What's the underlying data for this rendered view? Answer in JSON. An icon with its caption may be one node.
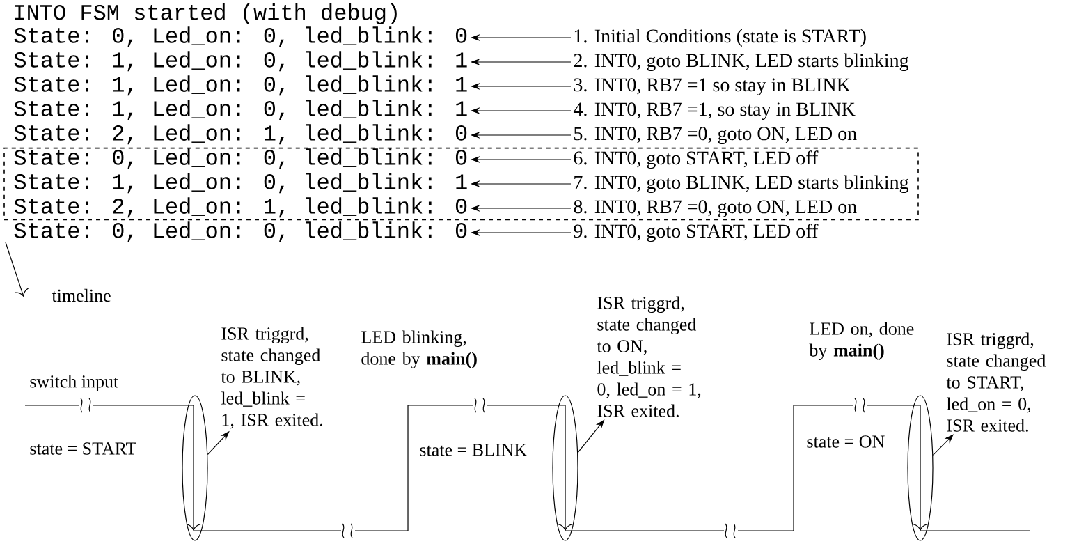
{
  "diagram": {
    "nodes": [
      {
        "text": [],
        "shape": "box"
      },
      {
        "text": [
          "State: 0, Led_on: 0, led_blink: 0"
        ]
      },
      {
        "text": [
          "State: 1, Led_on: 0, led_blink: 1"
        ]
      },
      {
        "text": [
          "State: 1, Led_on: 0, led_blink: 1"
        ]
      },
      {
        "text": [
          "State: 1, Led_on: 0, led_blink: 1"
        ]
      },
      {
        "text": [
          "State: 2, Led_on: 1, led_blink: 0"
        ]
      },
      {
        "text": [
          "State: 0, Led_on: 0, led_blink: 0"
        ],
        "in": 0
      },
      {
        "text": [
          "State: 1, Led_on: 0, led_blink: 1"
        ],
        "in": 0
      },
      {
        "text": [
          "State: 2, Led_on: 1, led_blink: 0"
        ],
        "in": 0
      },
      {
        "text": [
          "State: 0, Led_on: 0, led_blink: 0"
        ]
      },
      {
        "text": [
          "1. Initial Conditions (state is START)"
        ]
      },
      {
        "text": [
          "2. INT0, goto BLINK, LED starts blinking"
        ]
      },
      {
        "text": [
          "3. INT0, RB7 =1 so stay in BLINK"
        ]
      },
      {
        "text": [
          "4. INT0, RB7 =1, so stay in BLINK"
        ]
      },
      {
        "text": [
          "5. INT0, RB7 =0, goto ON, LED on"
        ]
      },
      {
        "text": [
          "6. INT0, goto START, LED off"
        ],
        "in": 0
      },
      {
        "text": [
          "7. INT0, goto BLINK, LED starts blinking"
        ],
        "in": 0
      },
      {
        "text": [
          "8. INT0, RB7 =0, goto ON, LED on"
        ],
        "in": 0
      },
      {
        "text": [
          "9. INT0, goto START, LED off"
        ]
      },
      {
        "text": [],
        "shape": "ellipse"
      },
      {
        "text": [],
        "shape": "ellipse"
      },
      {
        "text": [],
        "shape": "ellipse"
      },
      {
        "text": [
          "ISR triggrd, state changed to BLINK, led_blink = 1, ISR exited."
        ]
      },
      {
        "text": [
          "ISR triggrd, state changed to ON, led_blink = 0, led_on = 1, ISR exited."
        ]
      },
      {
        "text": [
          "ISR triggrd, state changed to START, led_on = 0, ISR exited."
        ]
      }
    ],
    "edges": [
      {
        "from": 10,
        "to": 1,
        "arrow": "to"
      },
      {
        "from": 11,
        "to": 2,
        "arrow": "to"
      },
      {
        "from": 12,
        "to": 3,
        "arrow": "to"
      },
      {
        "from": 13,
        "to": 4,
        "arrow": "to"
      },
      {
        "from": 14,
        "to": 5,
        "arrow": "to"
      },
      {
        "from": 15,
        "to": 6,
        "arrow": "to"
      },
      {
        "from": 16,
        "to": 7,
        "arrow": "to"
      },
      {
        "from": 17,
        "to": 8,
        "arrow": "to"
      },
      {
        "from": 18,
        "to": 9,
        "arrow": "to"
      },
      {
        "from": 19,
        "to": 22,
        "arrow": "to"
      },
      {
        "from": 20,
        "to": 23,
        "arrow": "to"
      },
      {
        "from": 21,
        "to": 24,
        "arrow": "to"
      }
    ],
    "labels": [
      "INTO FSM started (with debug)",
      "timeline",
      "switch input",
      "state = START",
      "LED blinking, done by **main()**",
      "state = BLINK",
      "LED on, done by **main()**",
      "state = ON"
    ]
  }
}
